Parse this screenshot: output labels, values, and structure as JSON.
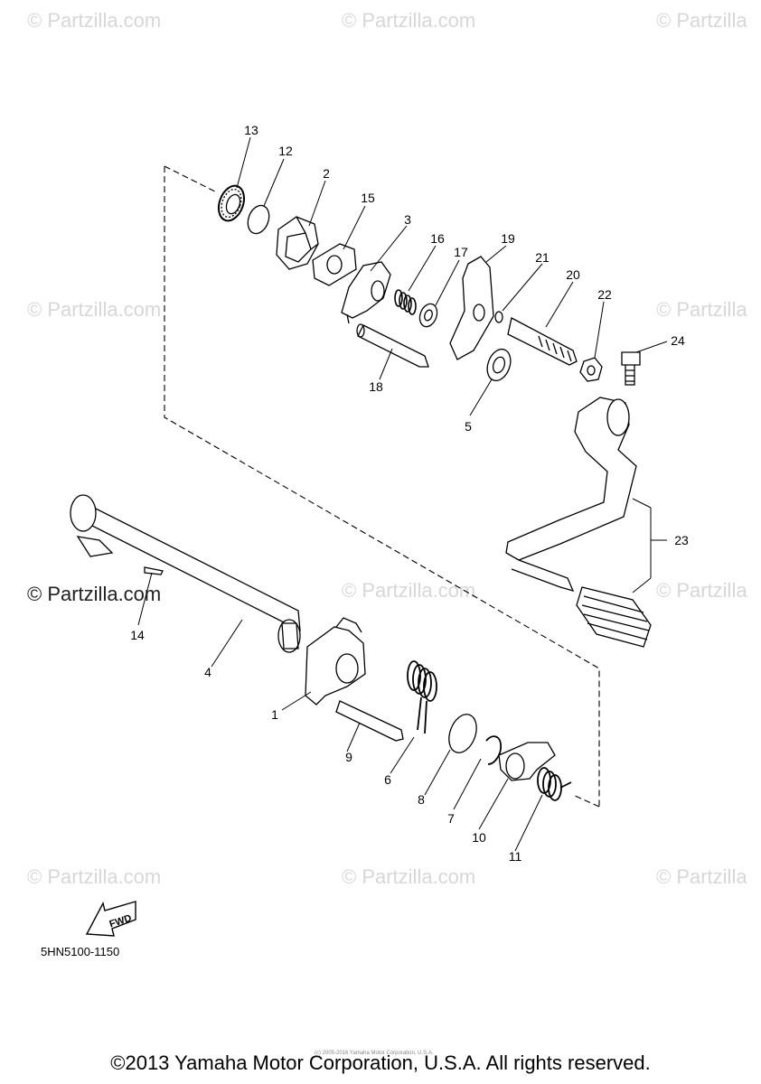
{
  "watermark": "© Partzilla.com",
  "watermark_corner": "© Partzilla",
  "watermark_prominent": "© Partzilla.com",
  "part_numbers": [
    "1",
    "2",
    "3",
    "4",
    "5",
    "6",
    "7",
    "8",
    "9",
    "10",
    "11",
    "12",
    "13",
    "14",
    "15",
    "16",
    "17",
    "18",
    "19",
    "20",
    "21",
    "22",
    "23",
    "24"
  ],
  "diagram_code": "5HN5100-1150",
  "fwd_label": "FWD",
  "copyright_small": "(c) 2005-2016 Yamaha Motor Corporation, U.S.A.",
  "copyright": "©2013 Yamaha Motor Corporation, U.S.A. All rights reserved."
}
